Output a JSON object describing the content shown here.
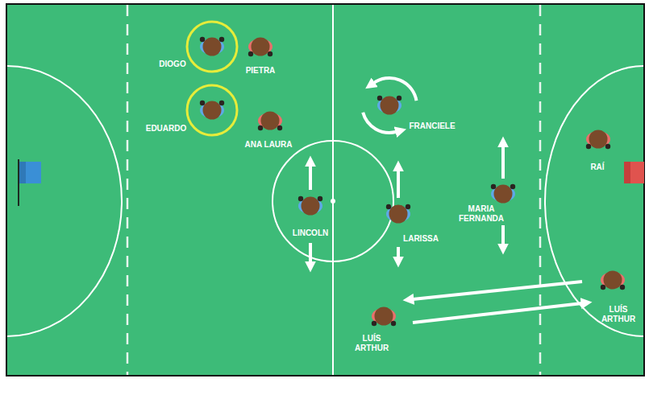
{
  "diagram": {
    "labels": [
      "DIOGO",
      "PIETRA",
      "FRANCIELE",
      "EDUARDO",
      "ANA LAURA",
      "RAÍ",
      "MARIA FERNANDA",
      "LINCOLN",
      "LARISSA",
      "LUÍS ARTHUR",
      "LUÍS ARTHUR"
    ]
  }
}
